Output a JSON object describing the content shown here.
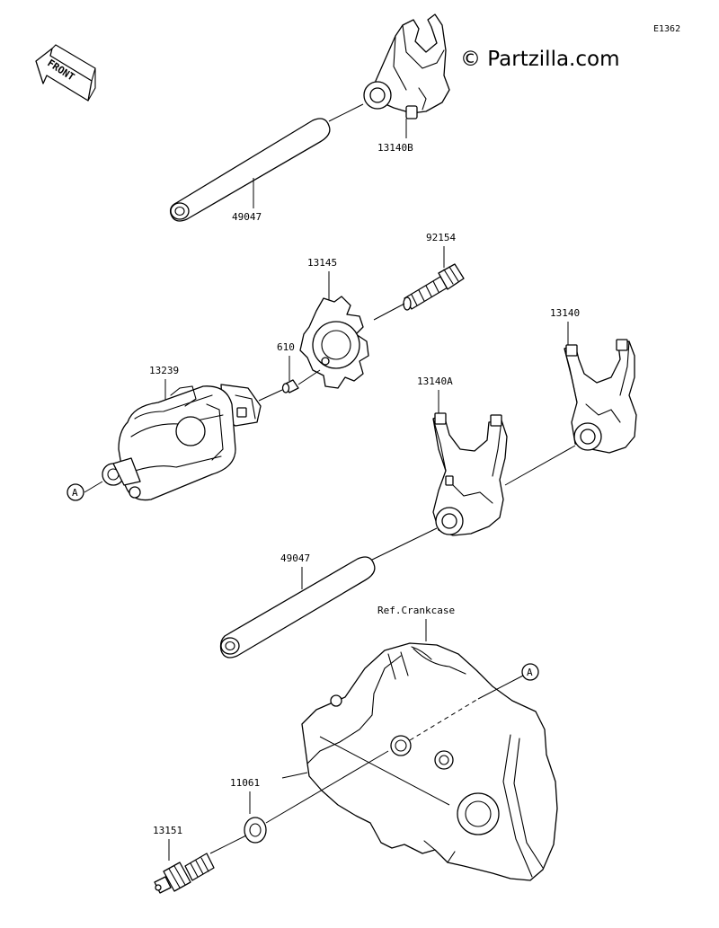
{
  "diagram_code": "E1362",
  "watermark": "© Partzilla.com",
  "front_label": "FRONT",
  "reference_marker": "A",
  "parts": [
    {
      "id": "p-13140b",
      "number": "13140B"
    },
    {
      "id": "p-49047-top",
      "number": "49047"
    },
    {
      "id": "p-92154",
      "number": "92154"
    },
    {
      "id": "p-13145",
      "number": "13145"
    },
    {
      "id": "p-610",
      "number": "610"
    },
    {
      "id": "p-13239",
      "number": "13239"
    },
    {
      "id": "p-13140",
      "number": "13140"
    },
    {
      "id": "p-13140a",
      "number": "13140A"
    },
    {
      "id": "p-49047-bottom",
      "number": "49047"
    },
    {
      "id": "p-ref-crankcase",
      "number": "Ref.Crankcase"
    },
    {
      "id": "p-11061",
      "number": "11061"
    },
    {
      "id": "p-13151",
      "number": "13151"
    }
  ]
}
